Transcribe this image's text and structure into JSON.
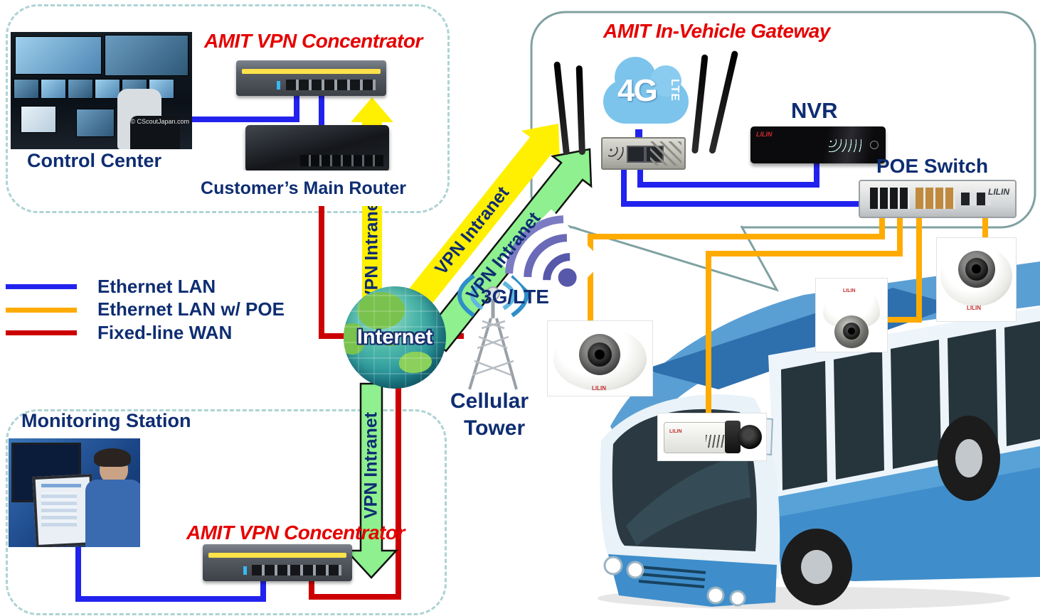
{
  "colors": {
    "red_title": "#e60000",
    "navy": "#0e2d72",
    "yellow_arrow": "#ffef00",
    "green_arrow": "#8ef08e",
    "dashed_border": "#aed3d3",
    "bubble_border": "#7fa1a1"
  },
  "legend": {
    "items": [
      {
        "label": "Ethernet LAN",
        "color": "#2222ee"
      },
      {
        "label": "Ethernet LAN w/ POE",
        "color": "#ffab00"
      },
      {
        "label": "Fixed-line WAN",
        "color": "#cc0000"
      }
    ]
  },
  "control_center": {
    "caption": "Control Center",
    "watermark": "© CScoutJapan.com"
  },
  "vpn_concentrator_top": {
    "title": "AMIT VPN Concentrator"
  },
  "main_router": {
    "label": "Customer’s Main Router"
  },
  "monitoring_station": {
    "caption": "Monitoring Station"
  },
  "vpn_concentrator_bottom": {
    "title": "AMIT VPN Concentrator"
  },
  "internet": {
    "label": "Internet"
  },
  "cellular": {
    "network": "3G/LTE",
    "tower_line1": "Cellular",
    "tower_line2": "Tower"
  },
  "vpn": {
    "label": "VPN Intranet",
    "yellow": "#ffef00",
    "green": "#8ef08e"
  },
  "in_vehicle": {
    "title": "AMIT In-Vehicle Gateway",
    "cloud": {
      "main": "4G",
      "sub": "LTE"
    },
    "nvr": {
      "label": "NVR",
      "brand": "LILIN"
    },
    "poe_switch": {
      "label": "POE Switch",
      "brand": "LILIN"
    }
  },
  "cameras": {
    "brand": "LILIN"
  }
}
